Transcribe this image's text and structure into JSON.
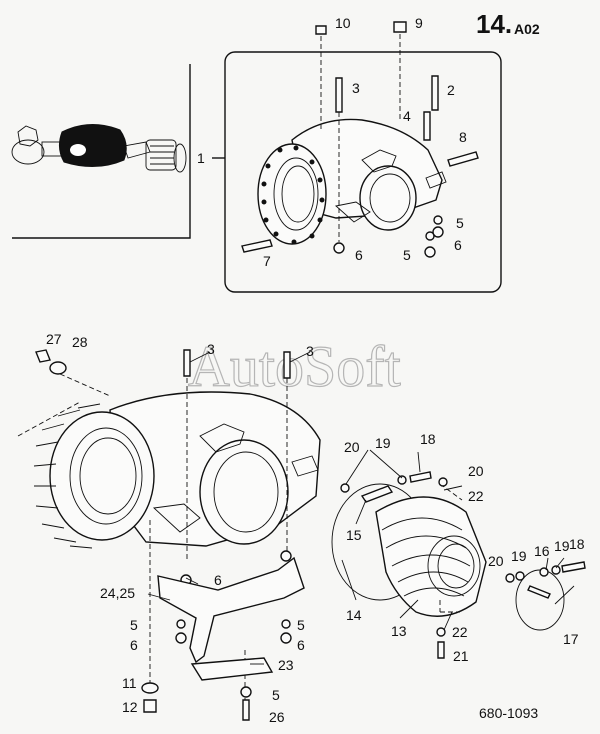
{
  "header": {
    "page_code": "14.",
    "page_sub": "A02"
  },
  "footer": {
    "drawing_number": "680-1093"
  },
  "watermark": "AutoSoft",
  "callouts": {
    "c1": "1",
    "c2": "2",
    "c3a": "3",
    "c4": "4",
    "c5a": "5",
    "c5b": "5",
    "c6a": "6",
    "c6b": "6",
    "c7": "7",
    "c8": "8",
    "c9": "9",
    "c10": "10",
    "c27": "27",
    "c28": "28",
    "c3b": "3",
    "c3c": "3",
    "c20a": "20",
    "c19a": "19",
    "c18a": "18",
    "c20b": "20",
    "c22a": "22",
    "c15": "15",
    "c6c": "6",
    "c24": "24,25",
    "c5c": "5",
    "c6d": "6",
    "c5d": "5",
    "c6e": "6",
    "c14": "14",
    "c13": "13",
    "c22b": "22",
    "c21": "21",
    "c20c": "20",
    "c19b": "19",
    "c16": "16",
    "c19c": "19",
    "c18b": "18",
    "c17": "17",
    "c23": "23",
    "c11": "11",
    "c12": "12",
    "c5e": "5",
    "c26": "26"
  }
}
